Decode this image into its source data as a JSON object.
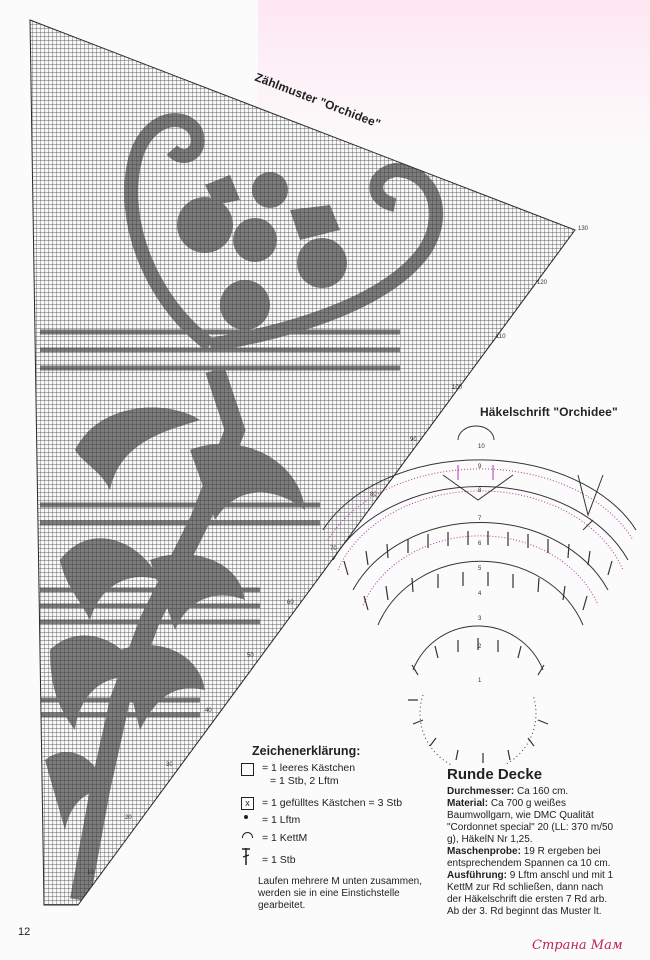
{
  "chart_title": "Zählmuster \"Orchidee\"",
  "diagram_title": "Häkelschrift \"Orchidee\"",
  "row_numbers": [
    "130",
    "120",
    "110",
    "100",
    "90",
    "80",
    "70",
    "60",
    "50",
    "40",
    "30",
    "20",
    "10"
  ],
  "diagram_labels": [
    "10",
    "9",
    "8",
    "7",
    "6",
    "5",
    "4",
    "3",
    "2",
    "1"
  ],
  "legend": {
    "title": "Zeichenerklärung:",
    "empty_line1": "= 1 leeres Kästchen",
    "empty_line2": "= 1 Stb, 2 Lftm",
    "filled": "= 1 gefülltes Kästchen = 3 Stb",
    "chain": "= 1 Lftm",
    "slip": "= 1 KettM",
    "dc": "= 1 Stb",
    "note": "Laufen mehrere M unten zusammen, werden sie in eine Einstichstelle gearbeitet."
  },
  "pattern": {
    "title": "Runde Decke",
    "diameter_label": "Durchmesser:",
    "diameter_value": "Ca 160 cm.",
    "material_label": "Material:",
    "material_value": "Ca 700 g weißes Baumwollgarn, wie DMC Qualität \"Cordonnet special\" 20 (LL: 370 m/50 g), HäkelN Nr 1,25.",
    "gauge_label": "Maschenprobe:",
    "gauge_value": "19 R ergeben bei entsprechendem Spannen ca 10 cm.",
    "execution_label": "Ausführung:",
    "execution_value": "9 Lftm anschl und mit 1 KettM zur Rd schließen, dann nach der Häkelschrift die ersten 7 Rd arb. Ab der 3. Rd beginnt das Muster lt."
  },
  "page_number": "12",
  "watermark": "Страна Мам",
  "colors": {
    "ink": "#2a2a2a",
    "filled": "#8a8a8a",
    "magenta": "#b03aa0",
    "pink_band": "#fde7f1"
  }
}
